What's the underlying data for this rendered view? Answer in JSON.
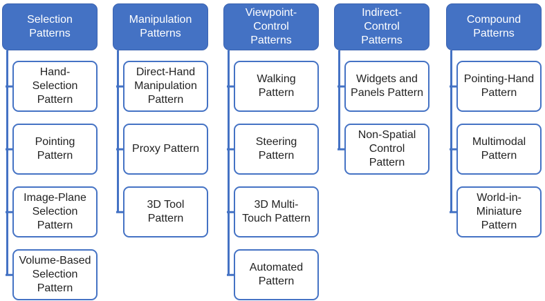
{
  "colors": {
    "accent": "#4472C4",
    "header_border": "#3A62B0",
    "header_text": "#FFFFFF",
    "child_text": "#222222",
    "child_fill": "#FFFFFF",
    "background": "#FFFFFF"
  },
  "diagram_type": "hierarchy-list",
  "columns": [
    {
      "title": "Selection\nPatterns",
      "children": [
        "Hand-\nSelection\nPattern",
        "Pointing\nPattern",
        "Image-Plane\nSelection\nPattern",
        "Volume-Based\nSelection\nPattern"
      ]
    },
    {
      "title": "Manipulation\nPatterns",
      "children": [
        "Direct-Hand\nManipulation\nPattern",
        "Proxy Pattern",
        "3D Tool\nPattern"
      ]
    },
    {
      "title": "Viewpoint-\nControl\nPatterns",
      "children": [
        "Walking\nPattern",
        "Steering\nPattern",
        "3D Multi-\nTouch Pattern",
        "Automated\nPattern"
      ]
    },
    {
      "title": "Indirect-\nControl\nPatterns",
      "children": [
        "Widgets and\nPanels Pattern",
        "Non-Spatial\nControl\nPattern"
      ]
    },
    {
      "title": "Compound\nPatterns",
      "children": [
        "Pointing-Hand\nPattern",
        "Multimodal\nPattern",
        "World-in-\nMiniature\nPattern"
      ]
    }
  ]
}
